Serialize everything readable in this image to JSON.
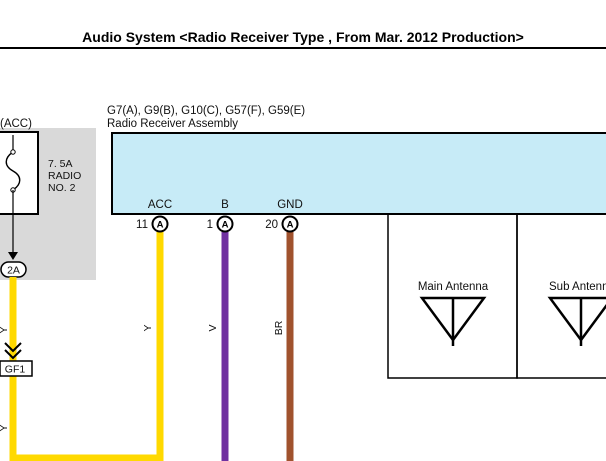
{
  "title": "Audio System <Radio Receiver Type , From Mar. 2012 Production>",
  "fuse_block": {
    "acc_label": "(ACC)",
    "fuse_rating": "7. 5A",
    "fuse_name_line1": "RADIO",
    "fuse_name_line2": "NO. 2",
    "connector_2a": "2A",
    "connector_gf1": "GF1"
  },
  "receiver": {
    "connectors": "G7(A), G9(B), G10(C), G57(F), G59(E)",
    "name": "Radio Receiver Assembly",
    "terminals": [
      {
        "name": "ACC",
        "pin": "11",
        "connector": "A"
      },
      {
        "name": "B",
        "pin": "1",
        "connector": "A"
      },
      {
        "name": "GND",
        "pin": "20",
        "connector": "A"
      }
    ]
  },
  "wire_colors": {
    "left_wire_upper": "Y",
    "left_wire_lower": "Y",
    "acc_wire": "Y",
    "b_wire": "V",
    "gnd_wire": "BR"
  },
  "antennas": {
    "main": "Main Antenna",
    "sub": "Sub Antenna"
  },
  "colors": {
    "yellow_wire": "#ffd900",
    "violet_wire": "#7030a0",
    "brown_wire": "#a0522d",
    "receiver_fill": "#c7ebf7",
    "fuse_box_fill": "#d9d9d9"
  }
}
